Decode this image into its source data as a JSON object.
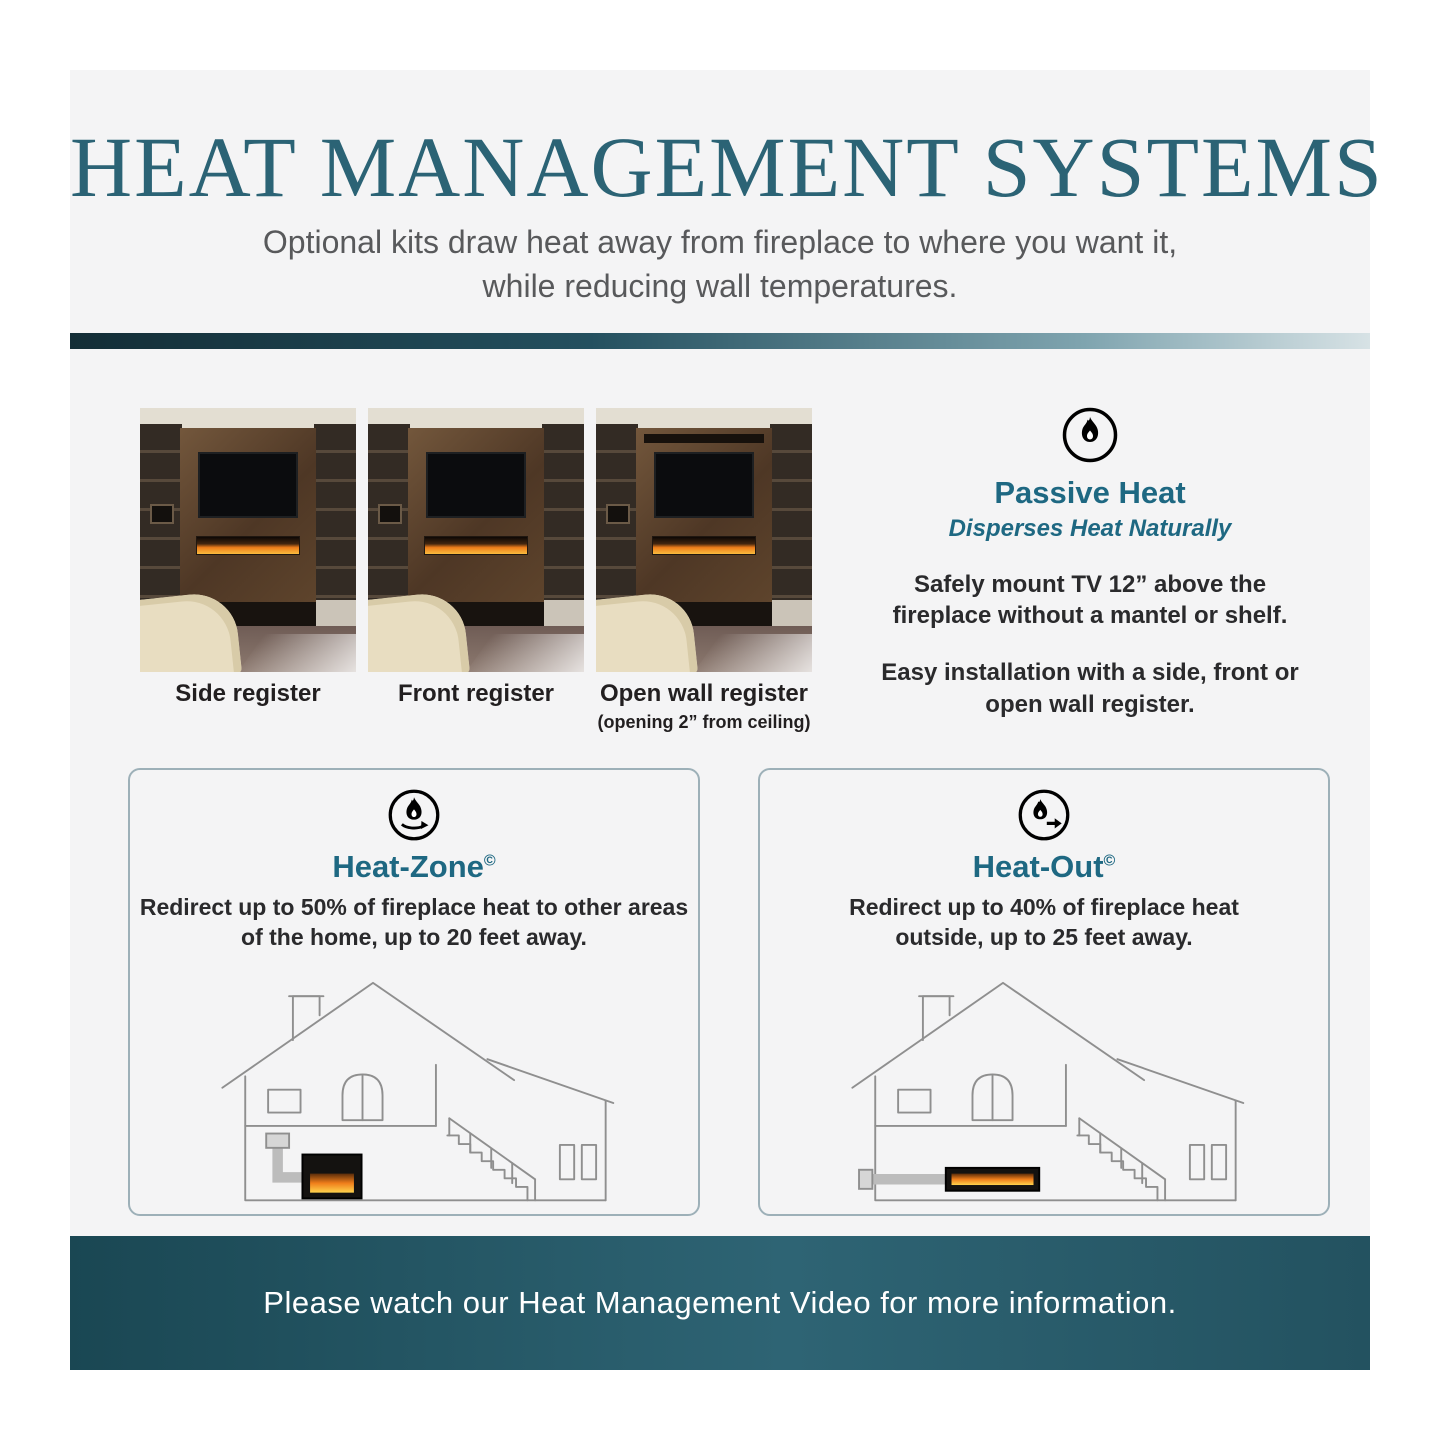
{
  "colors": {
    "title_teal": "#2b6375",
    "heading_teal": "#1e6882",
    "body_text": "#2a2a2c",
    "subtitle_gray": "#58595b",
    "bar_dark": "#132d36",
    "bar_light": "#d7e2e5",
    "footer_teal": "#2e6474",
    "flame_orange": "#ef7d1a"
  },
  "icons": {
    "passive_heat": "flame-circle-icon",
    "heat_zone": "flame-recirculate-circle-icon",
    "heat_out": "flame-arrow-out-circle-icon"
  },
  "header": {
    "title": "HEAT MANAGEMENT SYSTEMS",
    "subtitle_line1": "Optional kits draw heat away from fireplace to where you want it,",
    "subtitle_line2": "while reducing wall temperatures."
  },
  "registers": [
    {
      "caption": "Side register"
    },
    {
      "caption": "Front register"
    },
    {
      "caption": "Open wall register",
      "subcaption": "(opening 2” from ceiling)"
    }
  ],
  "passive_heat": {
    "title": "Passive Heat",
    "tagline": "Disperses Heat Naturally",
    "point1": "Safely mount TV 12” above the fireplace without a mantel or shelf.",
    "point2": "Easy installation with a side, front or open wall register."
  },
  "cards": [
    {
      "title": "Heat-Zone",
      "mark": "©",
      "description": "Redirect up to 50% of fireplace heat to other areas of the home, up to 20 feet away."
    },
    {
      "title": "Heat-Out",
      "mark": "©",
      "description": "Redirect up to 40% of fireplace heat outside, up to 25 feet away."
    }
  ],
  "footer": {
    "message": "Please watch our Heat Management Video for more information."
  }
}
